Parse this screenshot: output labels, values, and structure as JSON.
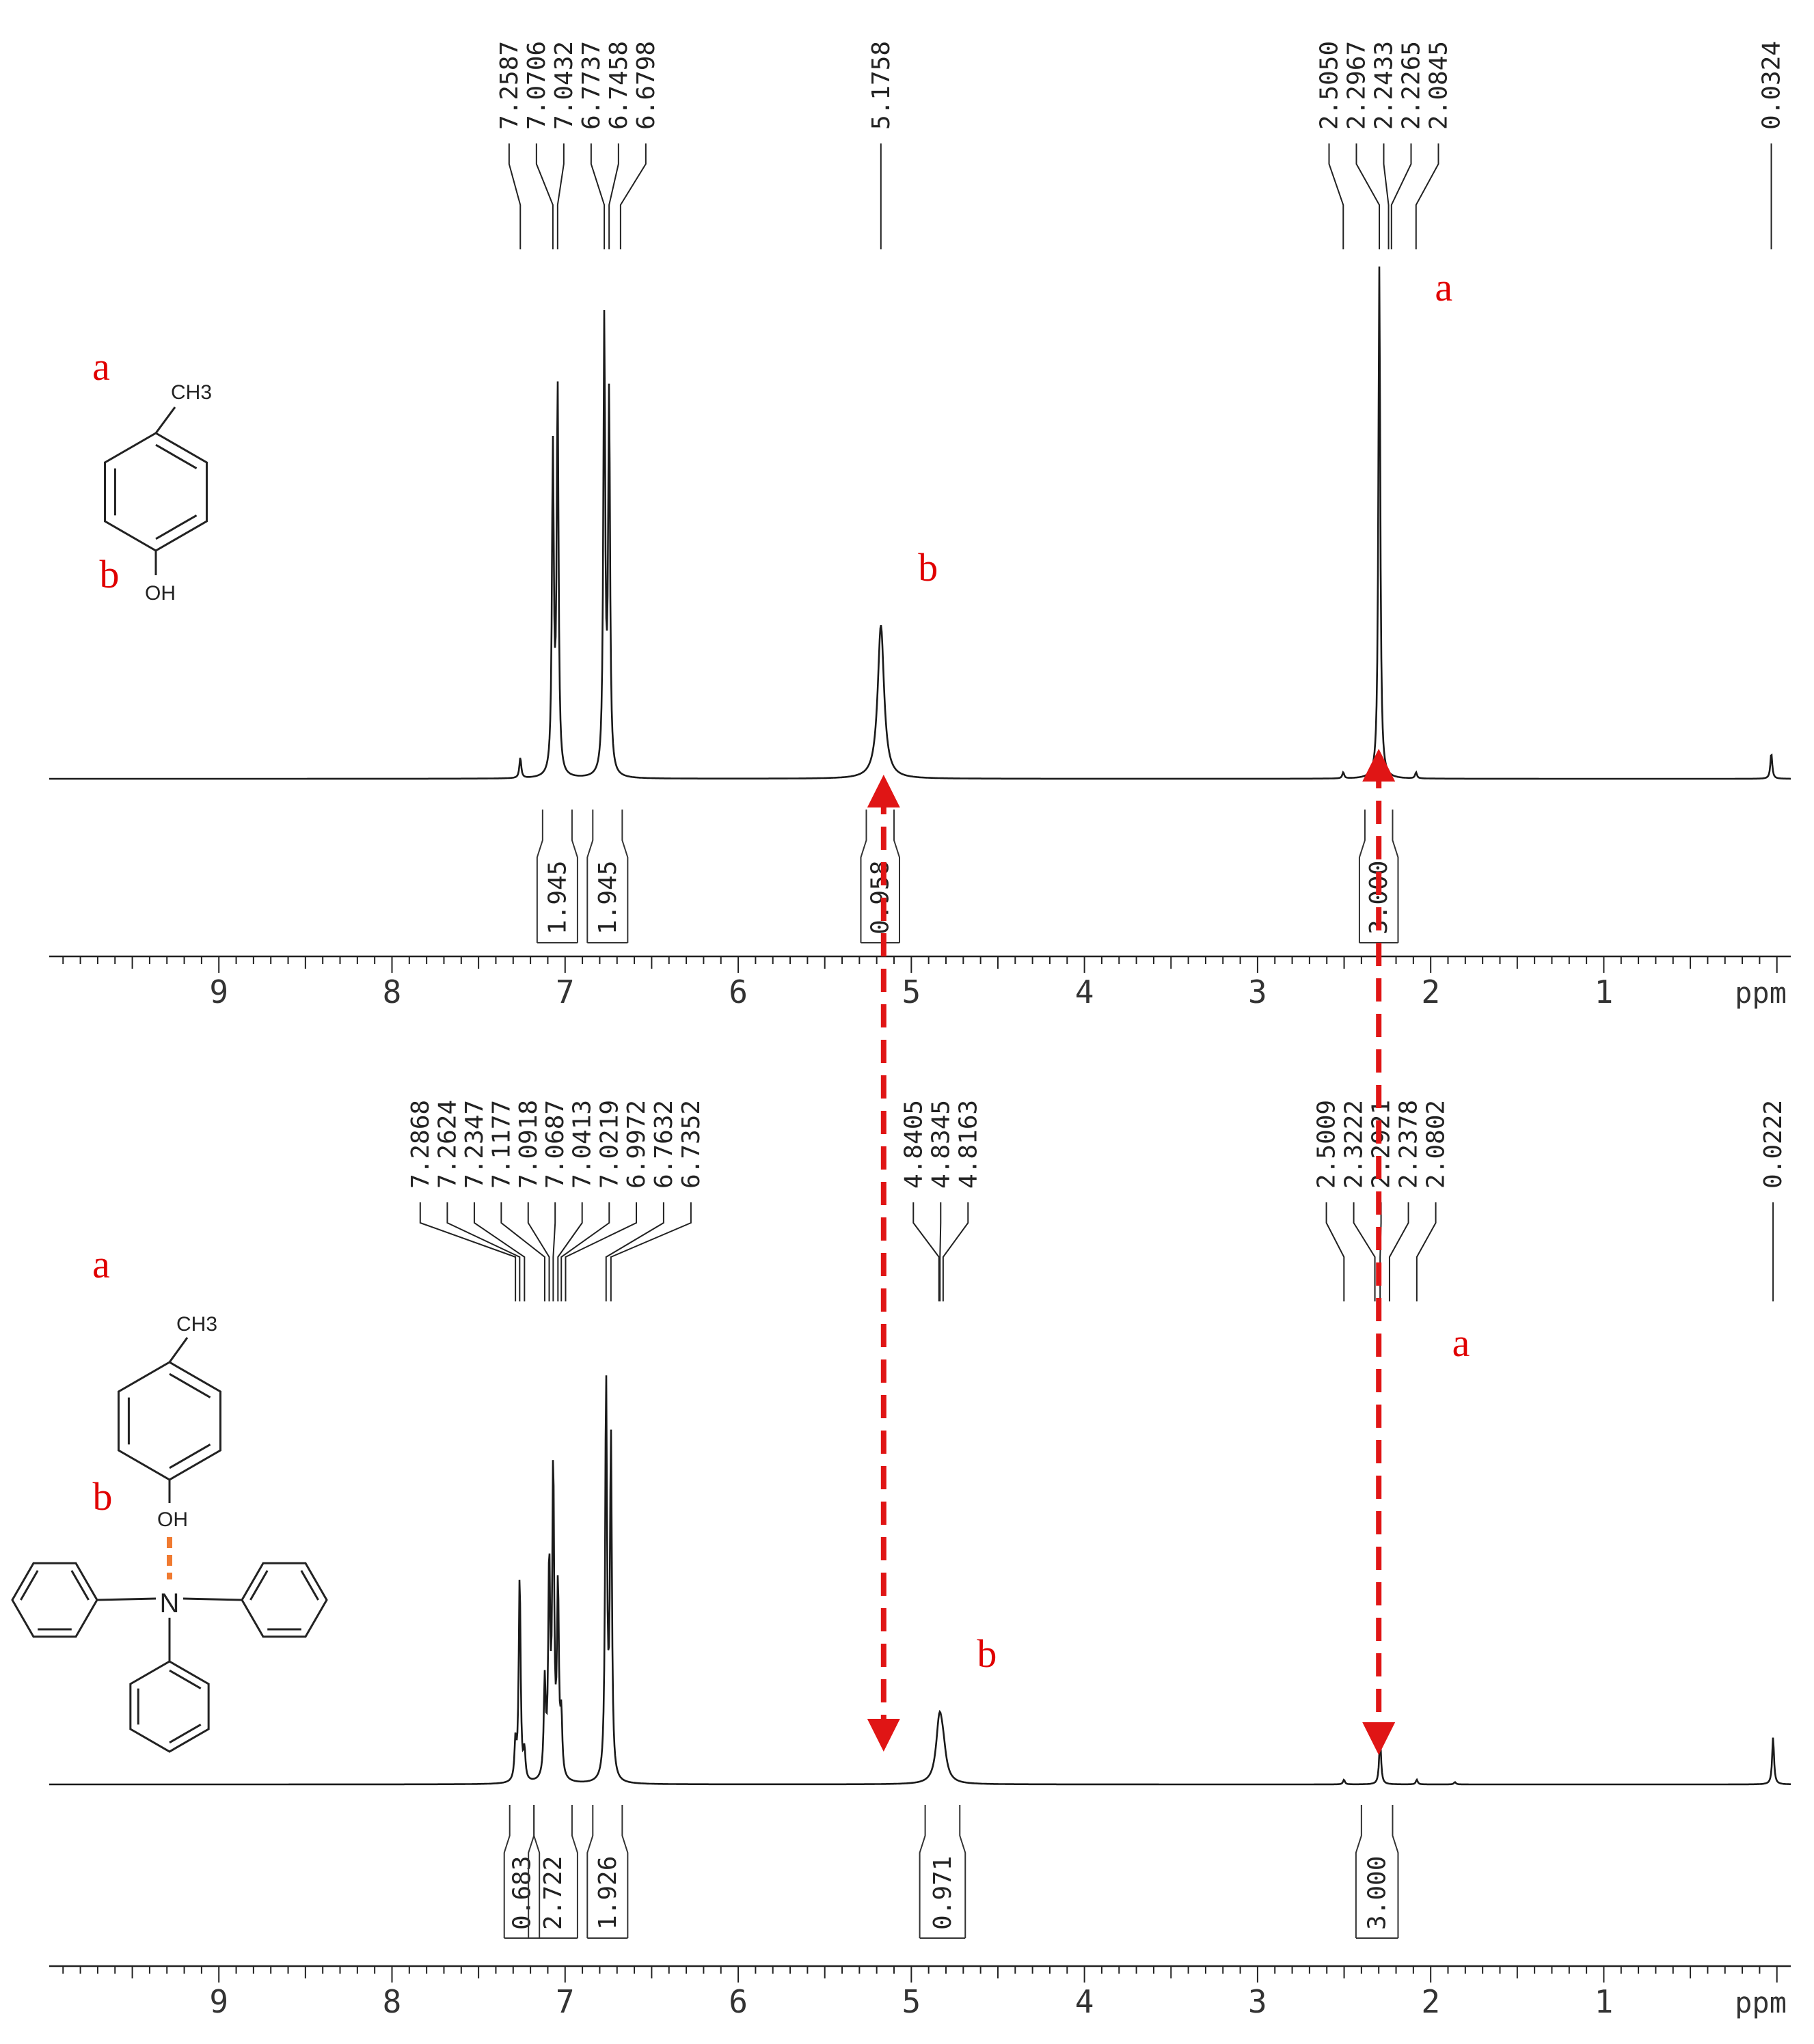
{
  "chart_data": [
    {
      "type": "line",
      "name": "top-spectrum",
      "xlim": [
        9.98,
        -0.08
      ],
      "x_ticks": [
        "9",
        "8",
        "7",
        "6",
        "5",
        "4",
        "3",
        "2",
        "1"
      ],
      "unit": "ppm",
      "peak_labels": [
        "7.2587",
        "7.0706",
        "7.0432",
        "6.7737",
        "6.7458",
        "6.6798",
        "5.1758",
        "2.5050",
        "2.2967",
        "2.2433",
        "2.2265",
        "2.0845",
        "0.0324"
      ],
      "integrals": [
        {
          "label": "1.945",
          "from": 7.13,
          "to": 6.96
        },
        {
          "label": "1.945",
          "from": 6.84,
          "to": 6.67
        },
        {
          "label": "0.958",
          "from": 5.26,
          "to": 5.1
        },
        {
          "label": "3.000",
          "from": 2.38,
          "to": 2.22
        }
      ],
      "peaks": [
        {
          "ppm": 7.2587,
          "h": 0.04
        },
        {
          "ppm": 7.0706,
          "h": 0.63
        },
        {
          "ppm": 7.0432,
          "h": 0.75
        },
        {
          "ppm": 6.7737,
          "h": 0.88
        },
        {
          "ppm": 6.7458,
          "h": 0.73
        },
        {
          "ppm": 5.1758,
          "h": 0.3
        },
        {
          "ppm": 2.505,
          "h": 0.012
        },
        {
          "ppm": 2.2967,
          "h": 1.0
        },
        {
          "ppm": 2.0845,
          "h": 0.012
        },
        {
          "ppm": 0.0324,
          "h": 0.05
        }
      ],
      "annotations": [
        {
          "text": "a",
          "near_ppm": 2.3
        },
        {
          "text": "b",
          "near_ppm": 5.18
        }
      ],
      "molecule": {
        "labels": [
          "a",
          "b"
        ],
        "groups": [
          "CH3",
          "OH"
        ]
      }
    },
    {
      "type": "line",
      "name": "bottom-spectrum",
      "xlim": [
        9.98,
        -0.08
      ],
      "x_ticks": [
        "9",
        "8",
        "7",
        "6",
        "5",
        "4",
        "3",
        "2",
        "1"
      ],
      "unit": "ppm",
      "peak_labels": [
        "7.2868",
        "7.2624",
        "7.2347",
        "7.1177",
        "7.0918",
        "7.0687",
        "7.0413",
        "7.0219",
        "6.9972",
        "6.7632",
        "6.7352",
        "4.8405",
        "4.8345",
        "4.8163",
        "2.5009",
        "2.3222",
        "2.2921",
        "2.2378",
        "2.0802",
        "0.0222"
      ],
      "integrals": [
        {
          "label": "0.683",
          "from": 7.32,
          "to": 7.18
        },
        {
          "label": "2.722",
          "from": 7.18,
          "to": 6.96
        },
        {
          "label": "1.926",
          "from": 6.84,
          "to": 6.67
        },
        {
          "label": "0.971",
          "from": 4.92,
          "to": 4.72
        },
        {
          "label": "3.000",
          "from": 2.4,
          "to": 2.22
        }
      ],
      "peaks": [
        {
          "ppm": 7.2868,
          "h": 0.08
        },
        {
          "ppm": 7.2624,
          "h": 0.44
        },
        {
          "ppm": 7.2347,
          "h": 0.06
        },
        {
          "ppm": 7.1177,
          "h": 0.2
        },
        {
          "ppm": 7.0918,
          "h": 0.45
        },
        {
          "ppm": 7.0687,
          "h": 0.66
        },
        {
          "ppm": 7.0413,
          "h": 0.4
        },
        {
          "ppm": 7.0219,
          "h": 0.12
        },
        {
          "ppm": 6.7632,
          "h": 0.85
        },
        {
          "ppm": 6.7352,
          "h": 0.72
        },
        {
          "ppm": 4.8405,
          "h": 0.07
        },
        {
          "ppm": 4.8345,
          "h": 0.06
        },
        {
          "ppm": 4.8163,
          "h": 0.05
        },
        {
          "ppm": 2.5009,
          "h": 0.01
        },
        {
          "ppm": 2.2921,
          "h": 0.1
        },
        {
          "ppm": 2.0802,
          "h": 0.01
        },
        {
          "ppm": 1.86,
          "h": 0.005
        },
        {
          "ppm": 0.0222,
          "h": 0.1
        }
      ],
      "annotations": [
        {
          "text": "a",
          "near_ppm": 2.2
        },
        {
          "text": "b",
          "near_ppm": 4.84
        }
      ],
      "molecule": {
        "labels": [
          "a",
          "b"
        ],
        "groups": [
          "CH3",
          "OH",
          "N"
        ]
      }
    }
  ]
}
